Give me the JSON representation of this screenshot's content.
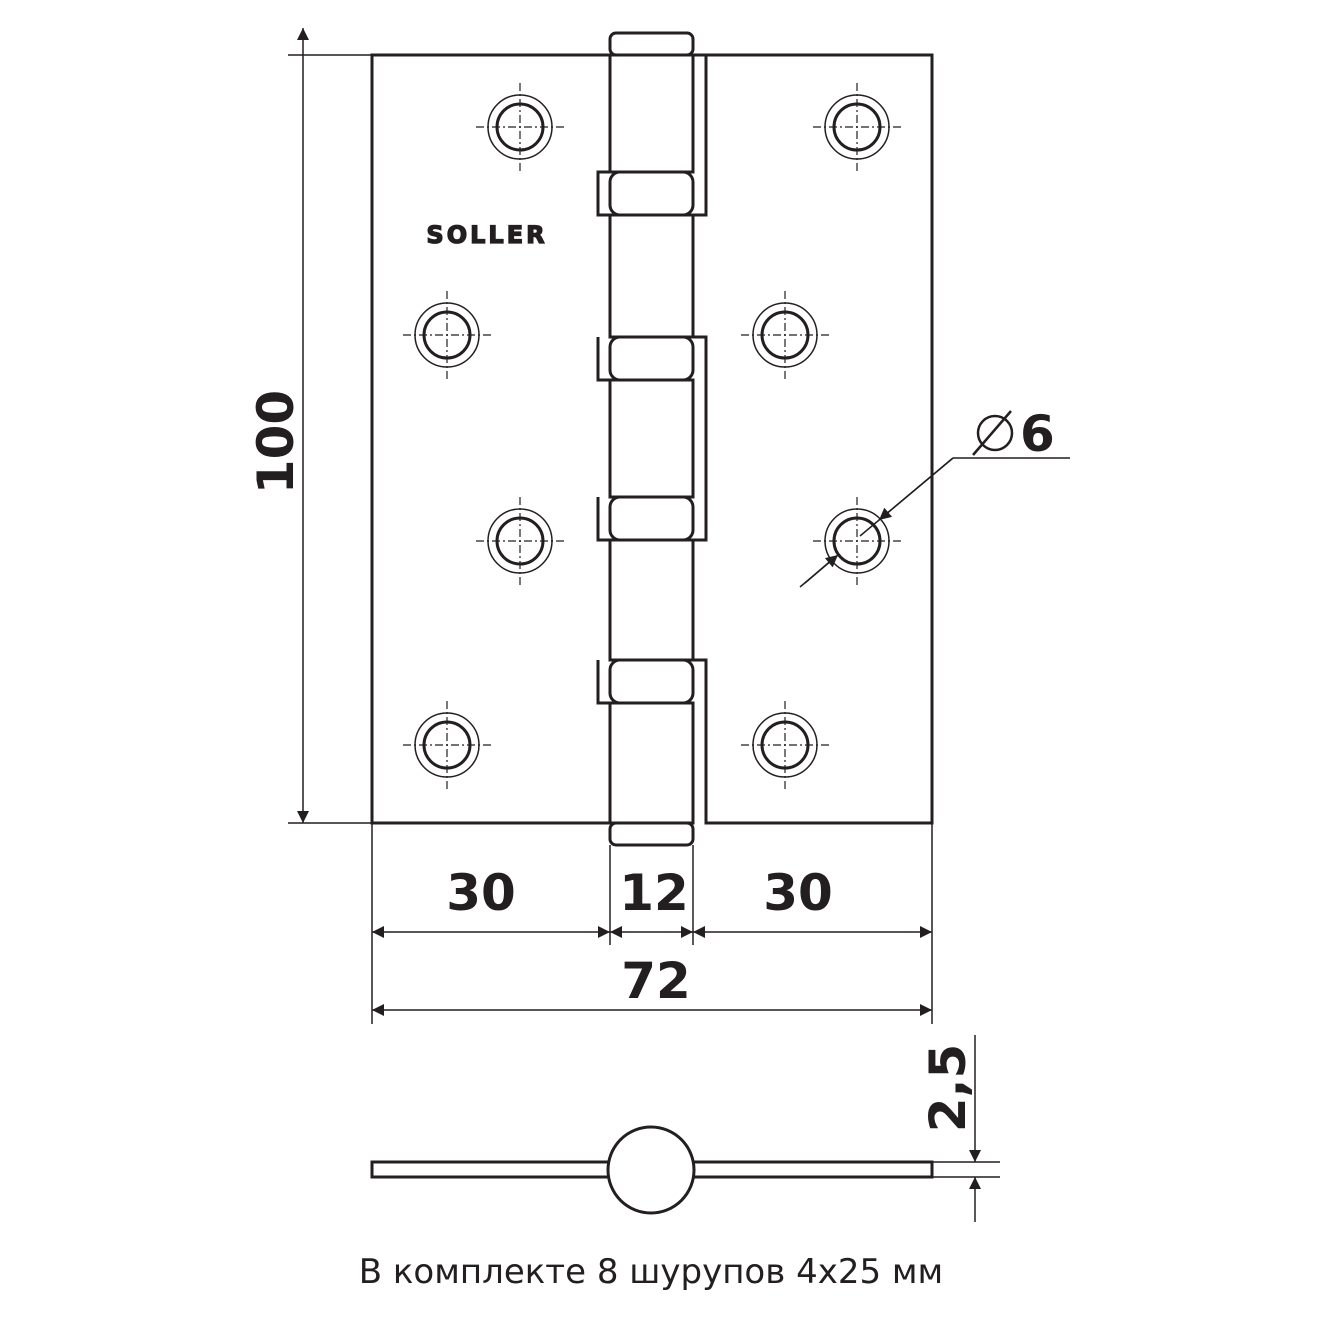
{
  "brand": "SOLLER",
  "dimensions": {
    "height": "100",
    "leaf_left": "30",
    "knuckle": "12",
    "leaf_right": "30",
    "total_width": "72",
    "hole_diameter": "6",
    "thickness": "2,5"
  },
  "caption": "В комплекте 8 шурупов 4x25 мм",
  "colors": {
    "line": "#231f20",
    "background": "#ffffff"
  }
}
